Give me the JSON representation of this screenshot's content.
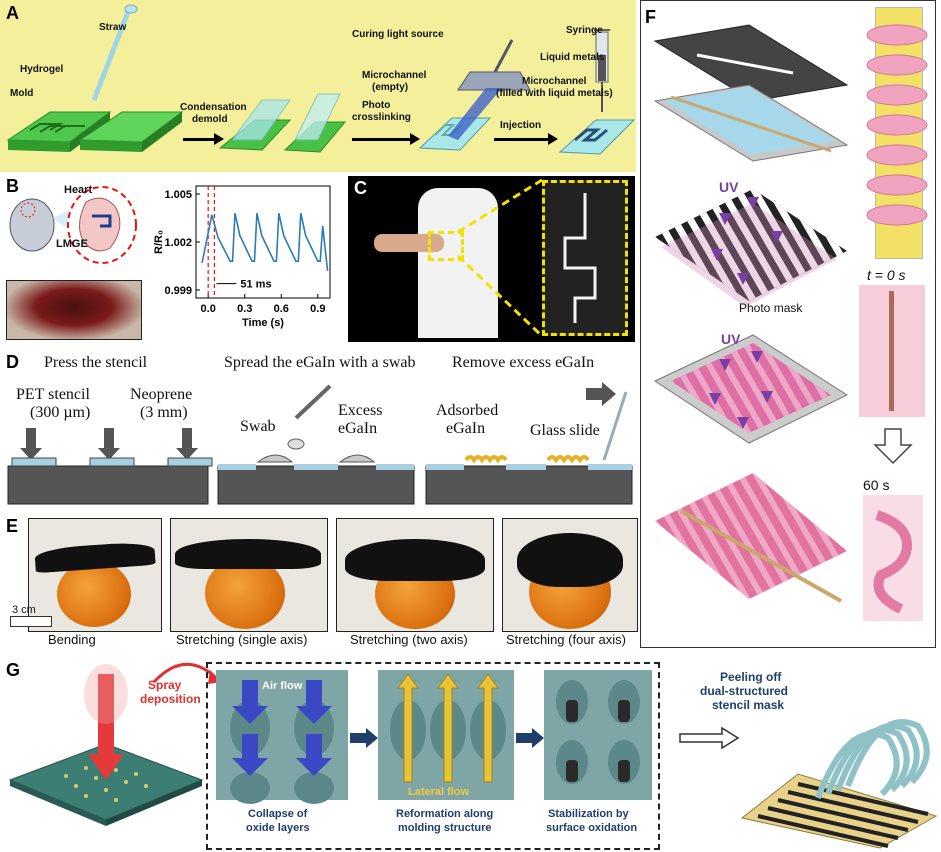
{
  "panels": {
    "A": {
      "label": "A",
      "bg": "#f3ef9b",
      "texts": {
        "straw": "Straw",
        "hydrogel": "Hydrogel",
        "mold": "Mold",
        "condensation": "Condensation",
        "demold": "demold",
        "curing": "Curing light source",
        "microchannel_empty_1": "Microchannel",
        "microchannel_empty_2": "(empty)",
        "photo": "Photo",
        "crosslinking": "crosslinking",
        "syringe": "Syringe",
        "liquid_metals": "Liquid metals",
        "microchannel_filled_1": "Microchannel",
        "microchannel_filled_2": "(filled with liquid metals)",
        "injection": "Injection"
      }
    },
    "B": {
      "label": "B",
      "texts": {
        "heart": "Heart",
        "lmge": "LMGE"
      },
      "chart_data": {
        "type": "line",
        "ylabel": "R/R₀",
        "xlabel": "Time (s)",
        "xlim": [
          -0.1,
          1.0
        ],
        "ylim": [
          0.9985,
          1.0055
        ],
        "xticks": [
          "0.0",
          "0.3",
          "0.6",
          "0.9"
        ],
        "xtick_values": [
          0.0,
          0.3,
          0.6,
          0.9
        ],
        "yticks": [
          "0.999",
          "1.002",
          "1.005"
        ],
        "ytick_values": [
          0.999,
          1.002,
          1.005
        ],
        "annotation": "51 ms",
        "dashed_lines_x": [
          0.0,
          0.051
        ],
        "color": "#2b7bb9",
        "x": [
          -0.05,
          0.03,
          0.08,
          0.18,
          0.2,
          0.22,
          0.26,
          0.36,
          0.38,
          0.4,
          0.44,
          0.54,
          0.56,
          0.58,
          0.62,
          0.72,
          0.74,
          0.76,
          0.8,
          0.9,
          0.92,
          0.94,
          0.98
        ],
        "y": [
          1.0007,
          1.0037,
          1.0023,
          1.0008,
          1.0008,
          1.0038,
          1.0024,
          1.0008,
          1.0008,
          1.0038,
          1.0024,
          1.0008,
          1.0008,
          1.0038,
          1.0024,
          1.0008,
          1.0008,
          1.0038,
          1.0024,
          1.0008,
          1.0008,
          1.003,
          1.0002
        ]
      }
    },
    "C": {
      "label": "C"
    },
    "D": {
      "label": "D",
      "texts": {
        "step1": "Press the stencil",
        "step2": "Spread the eGaIn with a swab",
        "step3": "Remove excess eGaIn",
        "pet1": "PET stencil",
        "pet2": "(300 µm)",
        "neo1": "Neoprene",
        "neo2": "(3 mm)",
        "swab": "Swab",
        "excess1": "Excess",
        "excess2": "eGaIn",
        "adsorbed1": "Adsorbed",
        "adsorbed2": "eGaIn",
        "glass": "Glass slide"
      }
    },
    "E": {
      "label": "E",
      "texts": {
        "scale": "3 cm",
        "bending": "Bending",
        "single": "Stretching (single axis)",
        "two": "Stretching (two axis)",
        "four": "Stretching (four axis)"
      }
    },
    "F": {
      "label": "F",
      "texts": {
        "uv1": "UV",
        "uv2": "UV",
        "mask": "Photo mask",
        "t0": "t = 0 s",
        "t60": "60 s"
      }
    },
    "G": {
      "label": "G",
      "texts": {
        "spray1": "Spray",
        "spray2": "deposition",
        "airflow": "Air flow",
        "lateral": "Lateral flow",
        "collapse1": "Collapse of",
        "collapse2": "oxide layers",
        "reform1": "Reformation along",
        "reform2": "molding structure",
        "stab1": "Stabilization by",
        "stab2": "surface oxidation",
        "peel1": "Peeling off",
        "peel2": "dual-structured",
        "peel3": "stencil mask"
      }
    }
  }
}
